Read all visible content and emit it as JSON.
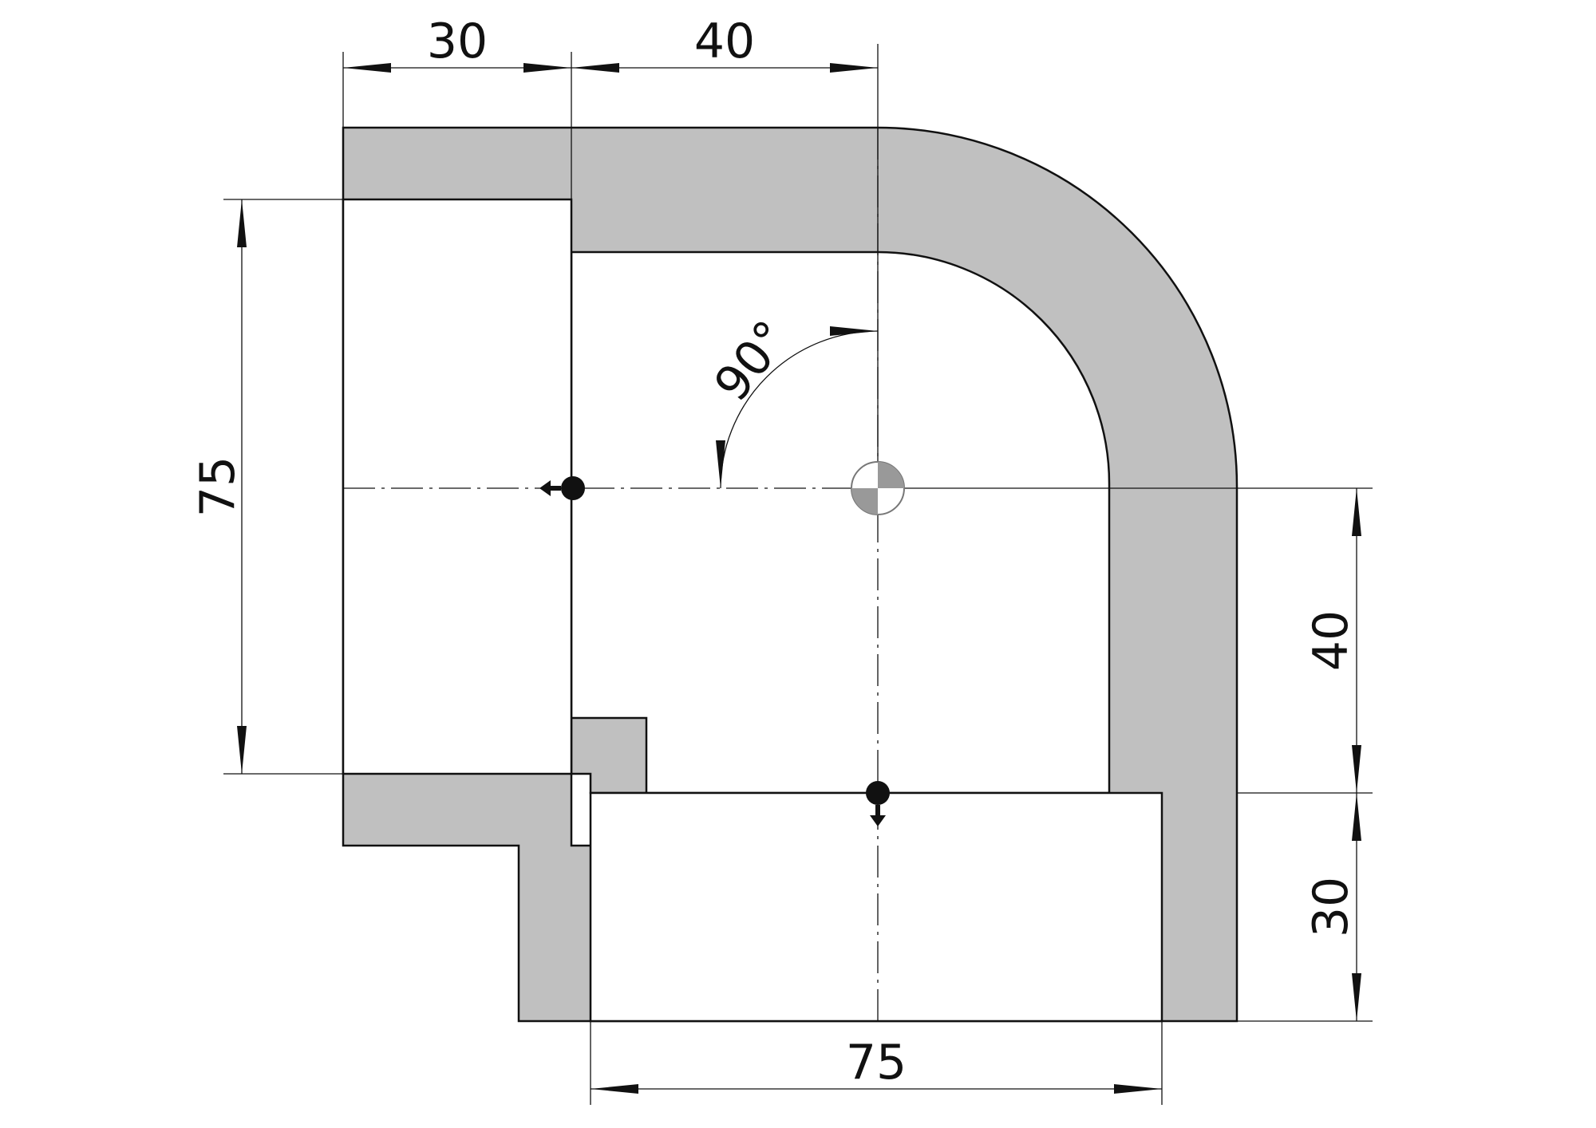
{
  "colors": {
    "fitting_fill": "#c0c0c0",
    "line": "#111111",
    "background": "#ffffff",
    "center_mark_fill": "#999999"
  },
  "dimensions": {
    "top_left_width": "30",
    "top_right_width": "40",
    "left_height": "75",
    "right_upper_height": "40",
    "right_lower_height": "30",
    "bottom_width": "75",
    "angle": "90°"
  },
  "icons": {
    "left_port": "port-arrow-left-icon",
    "bottom_port": "port-arrow-down-icon",
    "center": "center-of-gravity-icon"
  }
}
